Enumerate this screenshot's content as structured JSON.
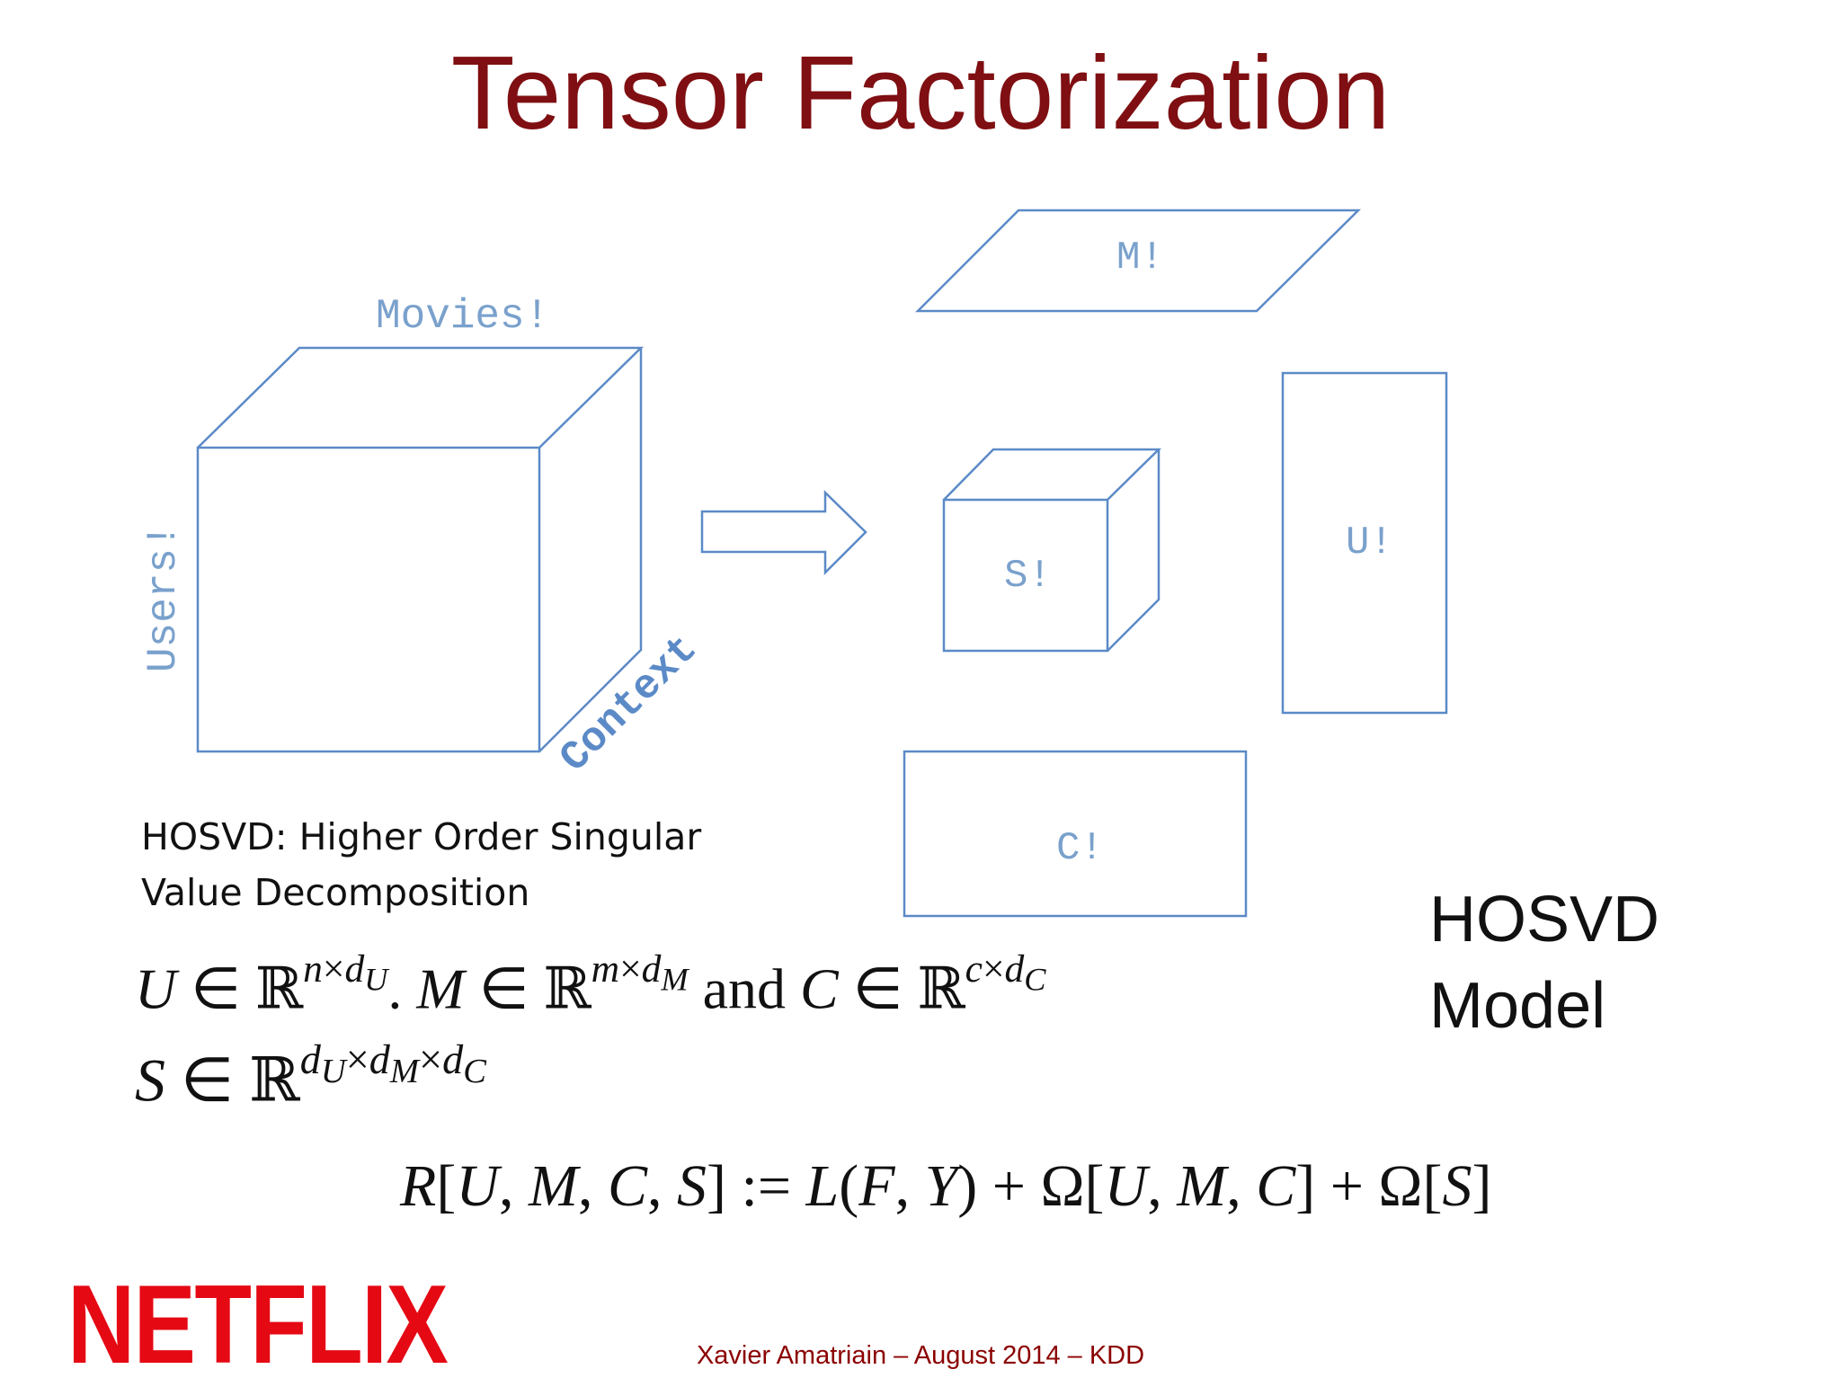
{
  "slide": {
    "title": "Tensor Factorization",
    "colors": {
      "title": "#7f0f12",
      "diagram_stroke": "#5b8ac7",
      "diagram_label": "#7aa1cc",
      "logo": "#e50914",
      "footer": "#8b0000"
    }
  },
  "diagram": {
    "tensor": {
      "label_top": "Movies!",
      "label_left": "Users!",
      "label_diagonal": "Context"
    },
    "factors": {
      "m": "M!",
      "s": "S!",
      "u": "U!",
      "c": "C!"
    },
    "arrow_icon": "right-arrow-icon"
  },
  "description": {
    "line1": "HOSVD: Higher Order Singular",
    "line2": "Value Decomposition"
  },
  "equations": {
    "line1": {
      "and": "and"
    },
    "objective": {
      "assign": ":="
    }
  },
  "model_label": {
    "line1": "HOSVD",
    "line2": "Model"
  },
  "logo": {
    "text": "NETFLIX"
  },
  "footer": {
    "text": "Xavier Amatriain – August 2014 – KDD"
  }
}
